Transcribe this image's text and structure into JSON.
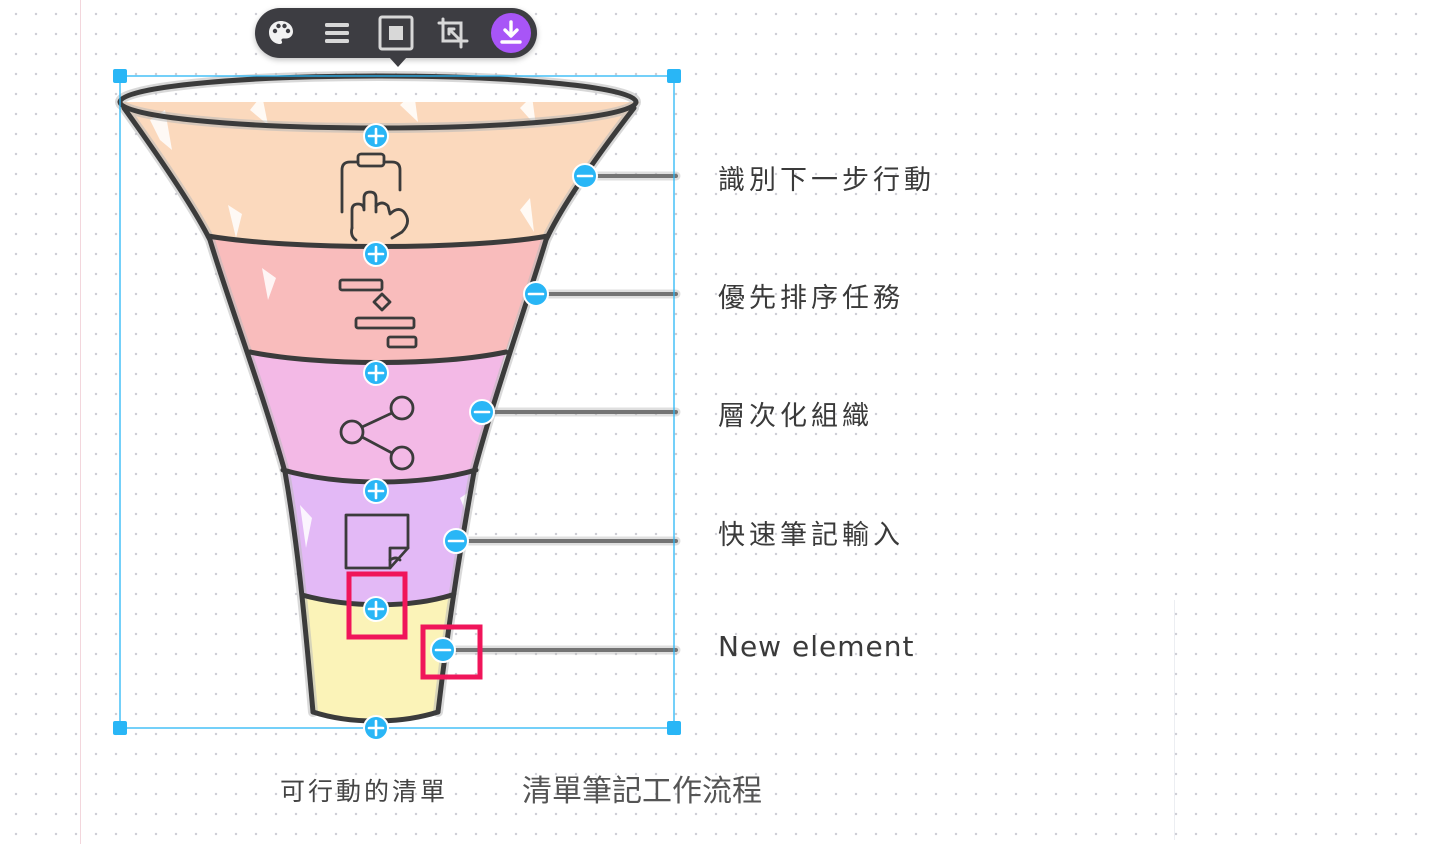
{
  "funnel": {
    "stages": [
      {
        "label": "識別下一步行動",
        "icon": "clipboard-hand-icon",
        "color": "#fbd9bd"
      },
      {
        "label": "優先排序任務",
        "icon": "gantt-chart-icon",
        "color": "#f9bcbc"
      },
      {
        "label": "層次化組織",
        "icon": "share-nodes-icon",
        "color": "#f3b9e6"
      },
      {
        "label": "快速筆記輸入",
        "icon": "sticky-note-icon",
        "color": "#e3b9f6"
      },
      {
        "label": "New element",
        "icon": "",
        "color": "#fbf3b8"
      }
    ]
  },
  "captions": {
    "left": "可行動的清單",
    "right": "清單筆記工作流程"
  },
  "toolbar": {
    "items": [
      "palette-icon",
      "menu-lines-icon",
      "fill-square-icon",
      "crop-icon",
      "download-icon"
    ],
    "accent": "#a855f7"
  },
  "selection": {
    "color": "#29b6f6"
  },
  "highlight": {
    "color": "#f0155a"
  }
}
